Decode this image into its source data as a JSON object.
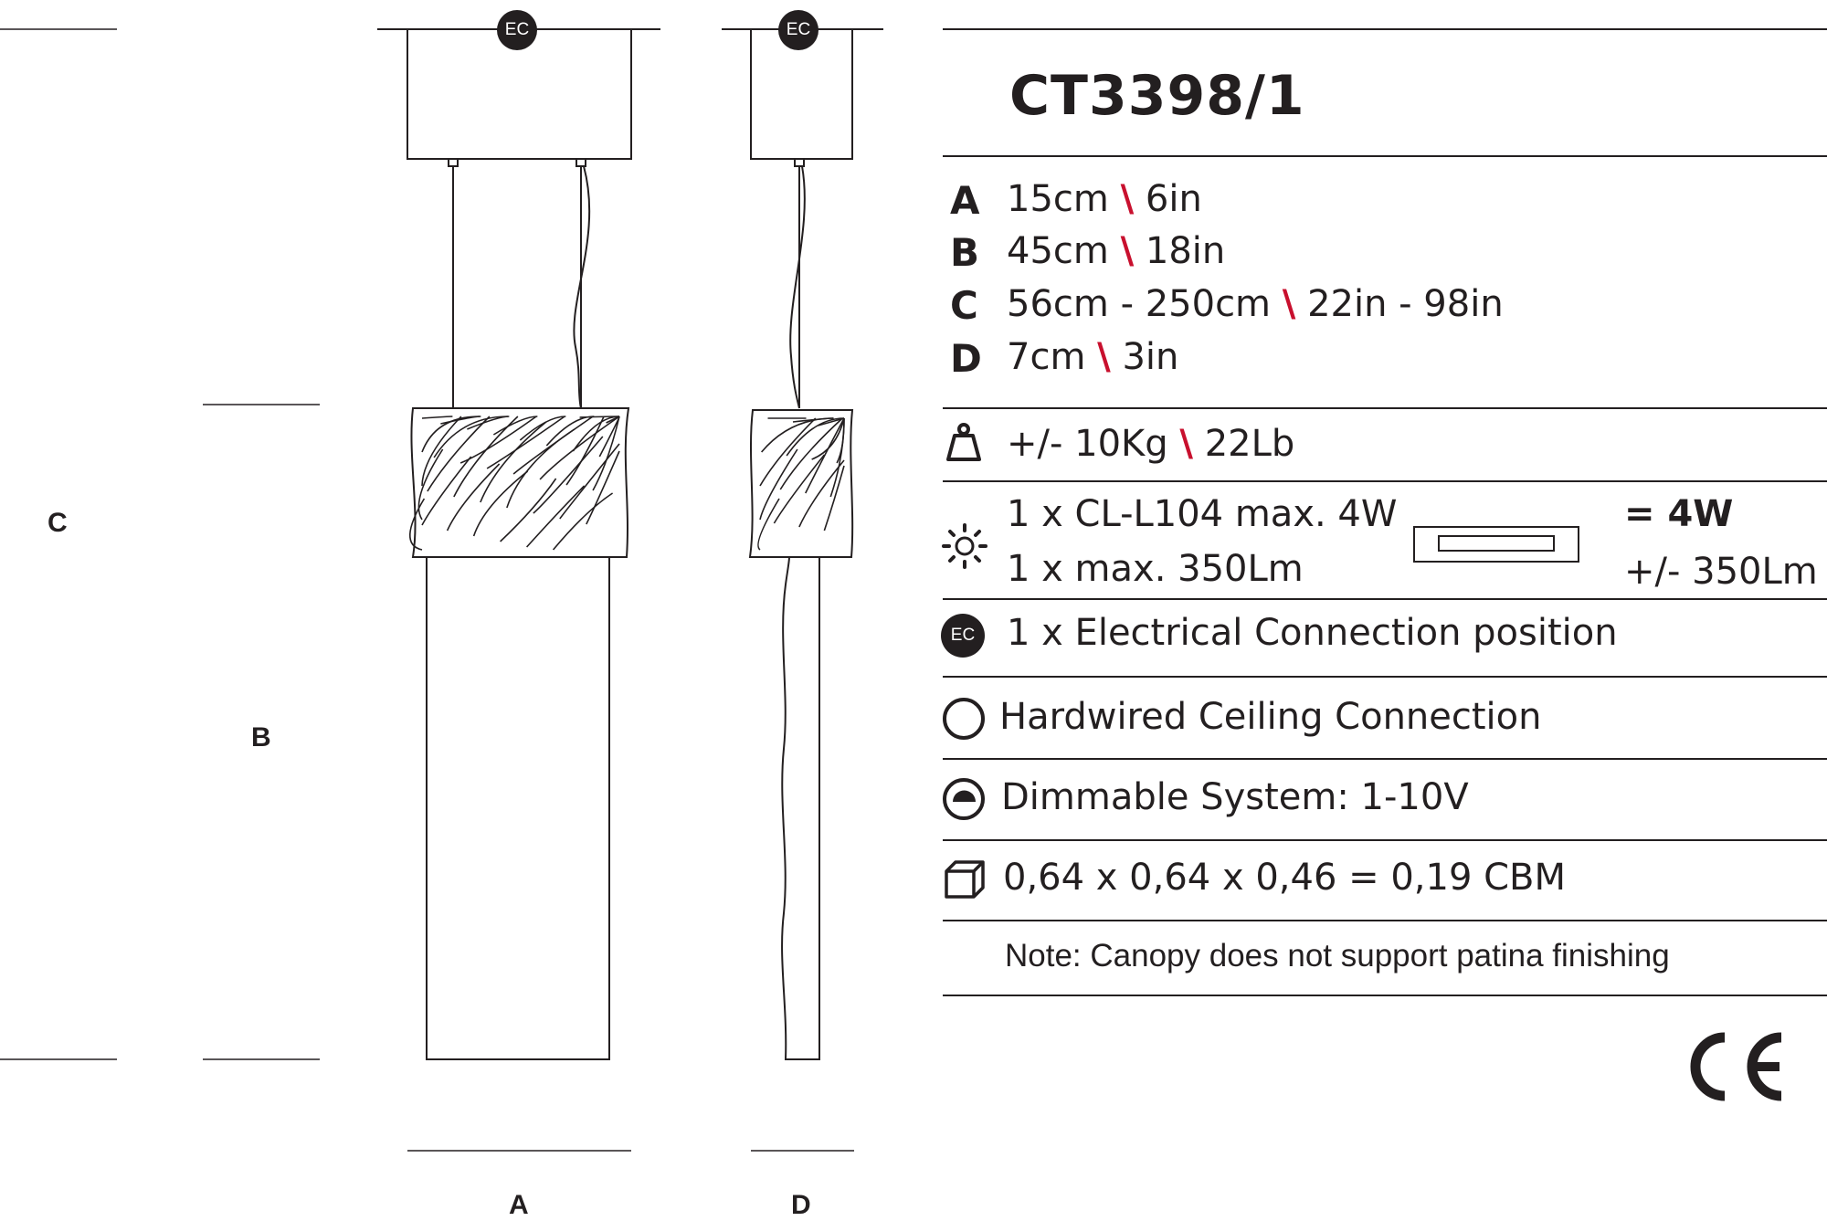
{
  "model": "CT3398/1",
  "dimension_labels": {
    "a": "A",
    "b": "B",
    "c": "C",
    "d": "D"
  },
  "ec_badge": "EC",
  "dimensions": [
    {
      "letter": "A",
      "metric": "15cm",
      "sep": "\\",
      "imperial": "6in"
    },
    {
      "letter": "B",
      "metric": "45cm",
      "sep": "\\",
      "imperial": "18in"
    },
    {
      "letter": "C",
      "metric": "56cm - 250cm",
      "sep": "\\",
      "imperial": "22in - 98in"
    },
    {
      "letter": "D",
      "metric": "7cm",
      "sep": "\\",
      "imperial": "3in"
    }
  ],
  "weight": {
    "metric": "+/- 10Kg",
    "sep": "\\",
    "imperial": "22Lb",
    "icon": "weight-icon"
  },
  "light": {
    "line1": "1 x CL-L104 max. 4W",
    "line2": "1 x max. 350Lm",
    "total_watt": "= 4W",
    "total_lumen": "+/- 350Lm",
    "icon": "sun-icon"
  },
  "electrical": "1 x Electrical Connection position",
  "connection": {
    "label": "Hardwired Ceiling Connection",
    "icon": "circle-icon"
  },
  "dimmable": {
    "label": "Dimmable System: 1-10V",
    "icon": "dimmer-icon"
  },
  "packaging": {
    "label": "0,64 x 0,64 x 0,46 = 0,19 CBM",
    "icon": "box-icon"
  },
  "note": "Note: Canopy does not support patina finishing",
  "certification": "CE",
  "colors": {
    "ink": "#231f20",
    "accent": "#c8102e"
  }
}
